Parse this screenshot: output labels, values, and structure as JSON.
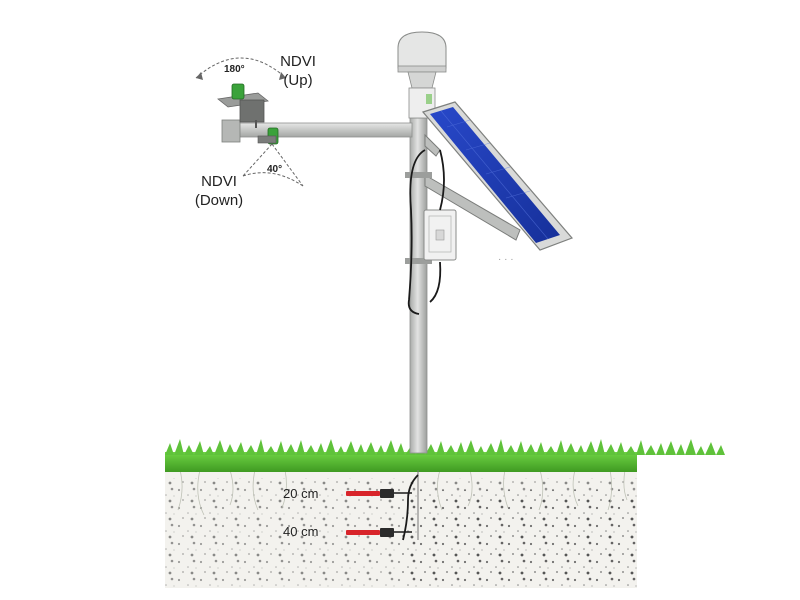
{
  "labels": {
    "ndvi_up": {
      "line1": "NDVI",
      "line2": "(Up)"
    },
    "ndvi_down": {
      "line1": "NDVI",
      "line2": "(Down)"
    },
    "angle_up": "180°",
    "angle_down": "40°",
    "depth_20": "20 cm",
    "depth_40": "40 cm"
  },
  "colors": {
    "pole": "#c9cbc9",
    "pole_edge": "#8e908e",
    "panel": "#1f3db8",
    "grass": "#5fc23a",
    "grass_dark": "#3f9a22",
    "soil": "#f1f0ec",
    "sensor_green": "#3aa23a",
    "probe_red": "#d8242a"
  }
}
